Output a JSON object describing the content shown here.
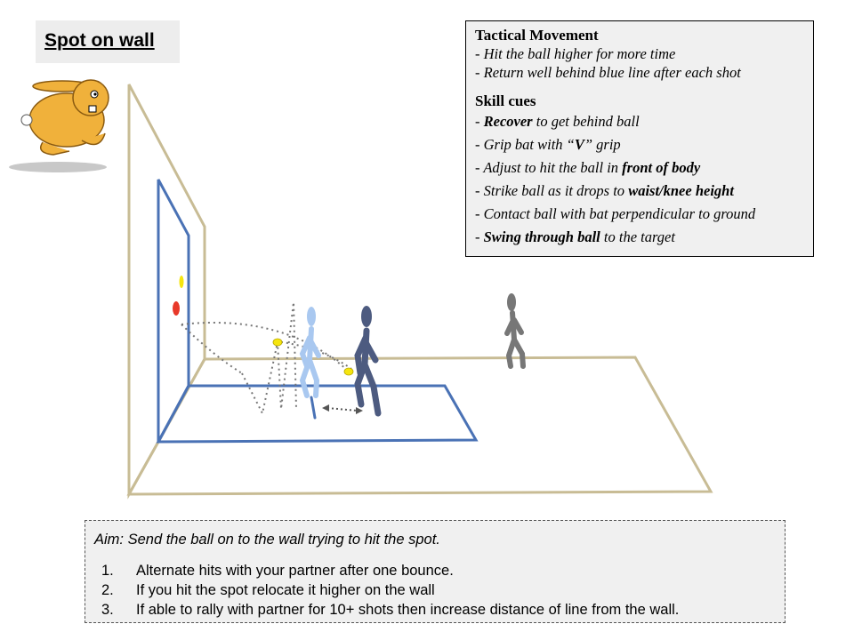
{
  "title": "Spot on wall",
  "tactical": {
    "heading": "Tactical Movement",
    "items": [
      "- Hit the ball higher for more time",
      "- Return well behind blue line after each shot"
    ]
  },
  "skills": {
    "heading": "Skill cues",
    "items": [
      [
        {
          "t": "- ",
          "b": false
        },
        {
          "t": "Recover",
          "b": true
        },
        {
          "t": " to get behind ball",
          "b": false
        }
      ],
      [
        {
          "t": "- Grip bat with “",
          "b": false
        },
        {
          "t": "V",
          "b": true
        },
        {
          "t": "” grip",
          "b": false
        }
      ],
      [
        {
          "t": "- Adjust to hit the ball in ",
          "b": false
        },
        {
          "t": "front of body",
          "b": true
        }
      ],
      [
        {
          "t": "- Strike ball as it drops to ",
          "b": false
        },
        {
          "t": "waist/knee height",
          "b": true
        }
      ],
      [
        {
          "t": "- Contact ball with bat perpendicular to ground",
          "b": false
        }
      ],
      [
        {
          "t": "- ",
          "b": false
        },
        {
          "t": "Swing through ball",
          "b": true
        },
        {
          "t": " to the target",
          "b": false
        }
      ]
    ]
  },
  "aim": {
    "text": "Aim: Send the ball on to the wall trying to hit the spot.",
    "steps": [
      {
        "num": "1.",
        "text": "Alternate hits with your partner after one bounce."
      },
      {
        "num": "2.",
        "text": "If you hit the spot relocate it higher on the wall"
      },
      {
        "num": "3.",
        "text": "If able to rally with partner for 10+ shots then increase distance of line from the wall."
      }
    ]
  },
  "colors": {
    "court_line": "#c8bc95",
    "blue_line": "#4a72b5",
    "spot": "#e8392a",
    "ball": "#f5e50f",
    "player_light": "#a9c8f0",
    "player_dark": "#4d5b80",
    "player_grey": "#777777",
    "rabbit": "#f0b13b"
  }
}
